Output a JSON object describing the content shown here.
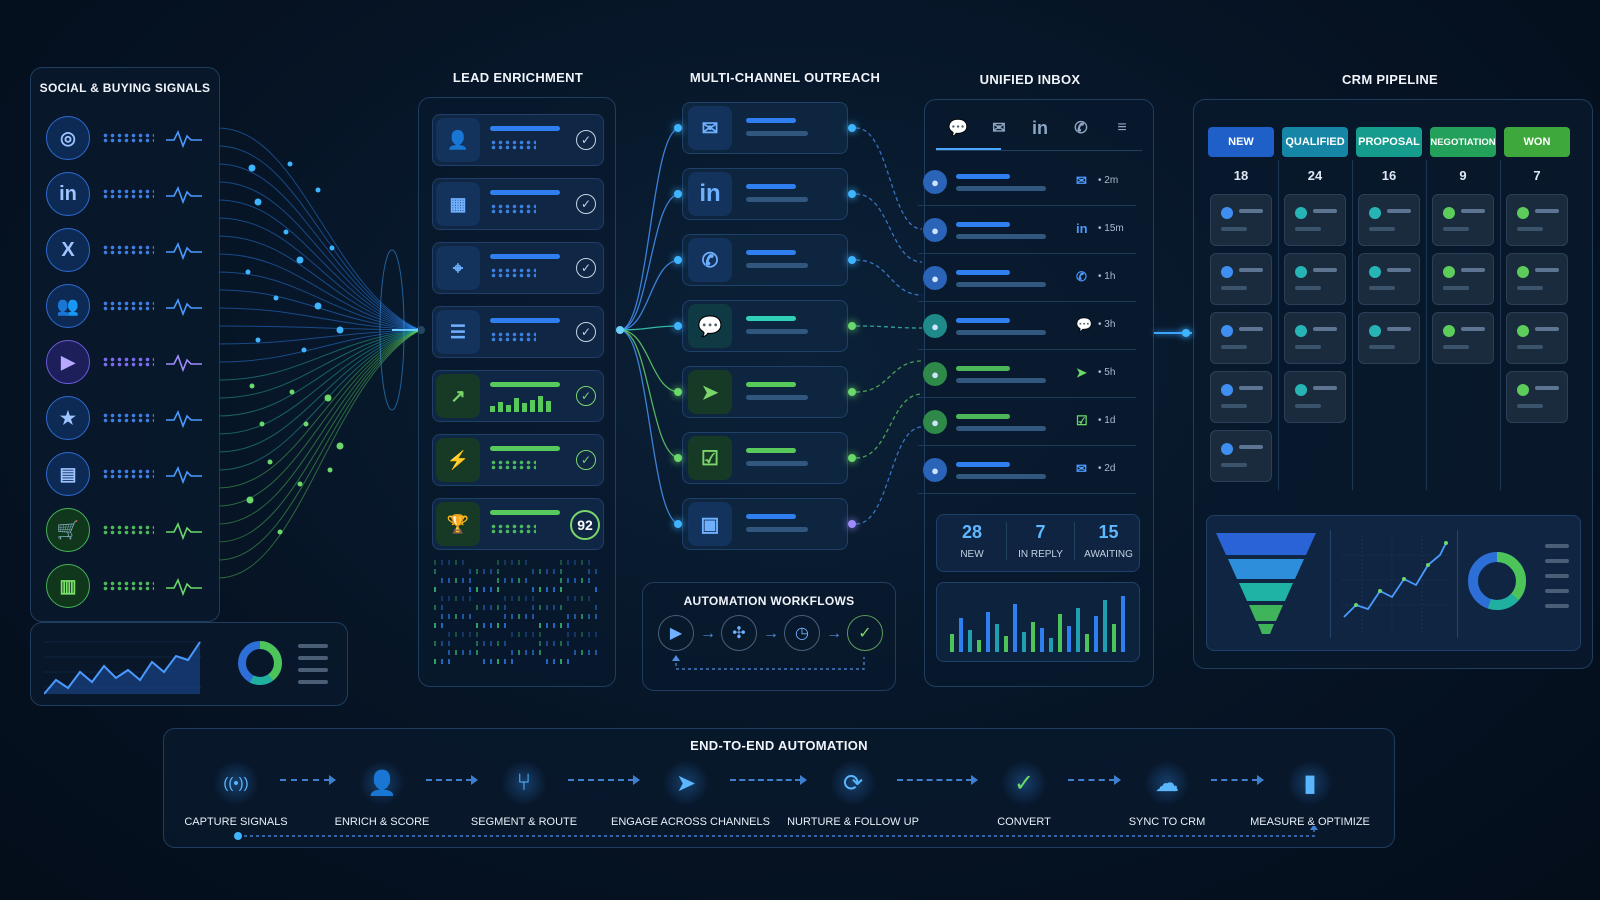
{
  "signals": {
    "title": "SOCIAL & BUYING SIGNALS",
    "items": [
      {
        "icon": "globe-icon",
        "glyph": "◎",
        "tone": "blue"
      },
      {
        "icon": "linkedin-icon",
        "glyph": "in",
        "tone": "blue"
      },
      {
        "icon": "x-icon",
        "glyph": "X",
        "tone": "blue"
      },
      {
        "icon": "people-icon",
        "glyph": "👥",
        "tone": "blue"
      },
      {
        "icon": "video-play-icon",
        "glyph": "▶",
        "tone": "purple"
      },
      {
        "icon": "star-icon",
        "glyph": "★",
        "tone": "blue"
      },
      {
        "icon": "document-icon",
        "glyph": "▤",
        "tone": "blue"
      },
      {
        "icon": "cart-icon",
        "glyph": "🛒",
        "tone": "green"
      },
      {
        "icon": "building-icon",
        "glyph": "▥",
        "tone": "green"
      }
    ]
  },
  "enrichment": {
    "title": "LEAD ENRICHMENT",
    "rows": [
      {
        "icon": "person-icon",
        "glyph": "👤",
        "tone": "blue",
        "status": "check"
      },
      {
        "icon": "company-icon",
        "glyph": "▦",
        "tone": "blue",
        "status": "check"
      },
      {
        "icon": "location-pin-icon",
        "glyph": "⌖",
        "tone": "blue",
        "status": "check"
      },
      {
        "icon": "database-icon",
        "glyph": "☰",
        "tone": "blue",
        "status": "check"
      },
      {
        "icon": "growth-chart-icon",
        "glyph": "↗",
        "tone": "green",
        "status": "check"
      },
      {
        "icon": "lightning-icon",
        "glyph": "⚡",
        "tone": "green",
        "status": "check"
      },
      {
        "icon": "trophy-icon",
        "glyph": "🏆",
        "tone": "green",
        "status": "score",
        "score": "92"
      }
    ]
  },
  "outreach": {
    "title": "MULTI-CHANNEL OUTREACH",
    "channels": [
      {
        "icon": "email-icon",
        "glyph": "✉",
        "tone": "blue"
      },
      {
        "icon": "linkedin-icon",
        "glyph": "in",
        "tone": "blue"
      },
      {
        "icon": "phone-icon",
        "glyph": "✆",
        "tone": "blue"
      },
      {
        "icon": "chat-icon",
        "glyph": "💬",
        "tone": "teal"
      },
      {
        "icon": "send-icon",
        "glyph": "➤",
        "tone": "green"
      },
      {
        "icon": "task-check-icon",
        "glyph": "☑",
        "tone": "green"
      },
      {
        "icon": "screen-icon",
        "glyph": "▣",
        "tone": "blue"
      }
    ]
  },
  "workflows": {
    "title": "AUTOMATION WORKFLOWS",
    "nodes": [
      {
        "icon": "play-icon",
        "glyph": "▶"
      },
      {
        "icon": "branch-icon",
        "glyph": "✣"
      },
      {
        "icon": "clock-icon",
        "glyph": "◷"
      },
      {
        "icon": "done-check-icon",
        "glyph": "✓"
      }
    ]
  },
  "inbox": {
    "title": "UNIFIED INBOX",
    "tabs": [
      {
        "icon": "chat-tab-icon",
        "glyph": "💬"
      },
      {
        "icon": "mail-tab-icon",
        "glyph": "✉"
      },
      {
        "icon": "linkedin-tab-icon",
        "glyph": "in"
      },
      {
        "icon": "phone-tab-icon",
        "glyph": "✆"
      },
      {
        "icon": "filter-icon",
        "glyph": "≡"
      }
    ],
    "messages": [
      {
        "channel_icon": "mail-icon",
        "glyph": "✉",
        "time": "• 2m",
        "tone": "blue"
      },
      {
        "channel_icon": "linkedin-icon",
        "glyph": "in",
        "time": "• 15m",
        "tone": "blue"
      },
      {
        "channel_icon": "phone-icon",
        "glyph": "✆",
        "time": "• 1h",
        "tone": "blue"
      },
      {
        "channel_icon": "chat-icon",
        "glyph": "💬",
        "time": "• 3h",
        "tone": "teal"
      },
      {
        "channel_icon": "send-icon",
        "glyph": "➤",
        "time": "• 5h",
        "tone": "green"
      },
      {
        "channel_icon": "task-icon",
        "glyph": "☑",
        "time": "• 1d",
        "tone": "green"
      },
      {
        "channel_icon": "mail-icon",
        "glyph": "✉",
        "time": "• 2d",
        "tone": "blue"
      }
    ],
    "stats": [
      {
        "value": "28",
        "label": "NEW"
      },
      {
        "value": "7",
        "label": "IN REPLY"
      },
      {
        "value": "15",
        "label": "AWAITING"
      }
    ]
  },
  "crm": {
    "title": "CRM PIPELINE",
    "stages": [
      {
        "label": "NEW",
        "count": "18",
        "color": "#1f5fc8",
        "cards": 5
      },
      {
        "label": "QUALIFIED",
        "count": "24",
        "color": "#1686a6",
        "cards": 4
      },
      {
        "label": "PROPOSAL",
        "count": "16",
        "color": "#159c8c",
        "cards": 3
      },
      {
        "label": "NEGOTIATION",
        "count": "9",
        "color": "#23a05a",
        "cards": 3
      },
      {
        "label": "WON",
        "count": "7",
        "color": "#3fa83c",
        "cards": 4
      }
    ]
  },
  "automation": {
    "title": "END-TO-END AUTOMATION",
    "steps": [
      {
        "label": "CAPTURE SIGNALS",
        "icon": "broadcast-icon",
        "glyph": "((•))"
      },
      {
        "label": "ENRICH & SCORE",
        "icon": "user-gear-icon",
        "glyph": "👤"
      },
      {
        "label": "SEGMENT & ROUTE",
        "icon": "route-icon",
        "glyph": "⑂"
      },
      {
        "label": "ENGAGE ACROSS CHANNELS",
        "icon": "paper-plane-icon",
        "glyph": "➤"
      },
      {
        "label": "NURTURE & FOLLOW UP",
        "icon": "refresh-icon",
        "glyph": "⟳"
      },
      {
        "label": "CONVERT",
        "icon": "convert-check-icon",
        "glyph": "✓"
      },
      {
        "label": "SYNC TO CRM",
        "icon": "cloud-upload-icon",
        "glyph": "☁"
      },
      {
        "label": "MEASURE & OPTIMIZE",
        "icon": "bar-chart-icon",
        "glyph": "▮"
      }
    ]
  }
}
